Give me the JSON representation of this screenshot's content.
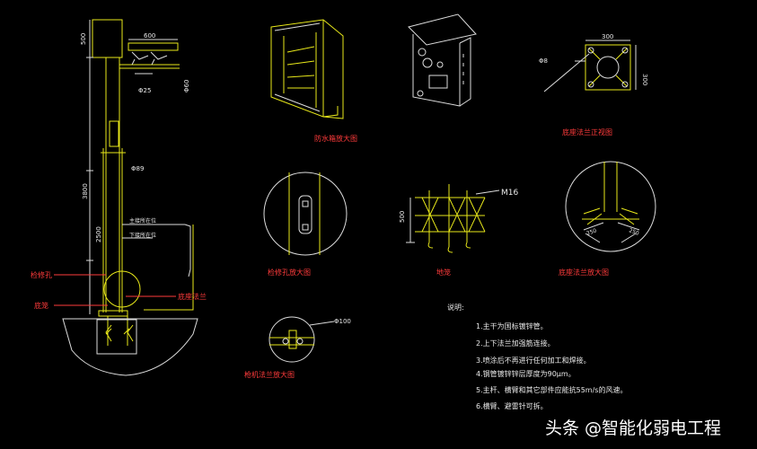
{
  "drawing": {
    "dimensions": {
      "d500": "500",
      "d600": "600",
      "d25": "Φ25",
      "d60": "Φ60",
      "d89": "Φ89",
      "d3800": "3800",
      "d2500": "2500",
      "d300a": "300",
      "d300b": "300",
      "d8": "Φ8",
      "m16": "M16",
      "d500b": "500",
      "d250a": "250",
      "d250b": "250",
      "d100": "Φ100"
    },
    "pole_labels": {
      "upper_sign": "主接所在位",
      "lower_sign": "下接所在位",
      "hole": "检修孔",
      "base": "底笼",
      "flange": "底座法兰"
    },
    "detail_titles": {
      "box": "防水箱放大图",
      "flange_front": "底座法兰正视图",
      "hole_detail": "检修孔放大图",
      "cage": "地笼",
      "flange_detail": "底座法兰放大图",
      "mount_detail": "枪机法兰放大图"
    },
    "notes": {
      "title": "说明:",
      "items": [
        "1.主干为国标镀锌管。",
        "2.上下法兰加强筋连接。",
        "3.喷涂后不再进行任何加工和焊接。",
        "4.钢管镀锌锌层厚度为90μm。",
        "5.主杆、横臂和其它部件应能抗55m/s的风速。",
        "6.横臂、避雷针可拆。"
      ]
    }
  },
  "watermark": {
    "text": "头条 @智能化弱电工程"
  },
  "colors": {
    "background": "#000000",
    "line": "#e8e81a",
    "label": "#ff3b3b",
    "text": "#e8e8e8"
  }
}
